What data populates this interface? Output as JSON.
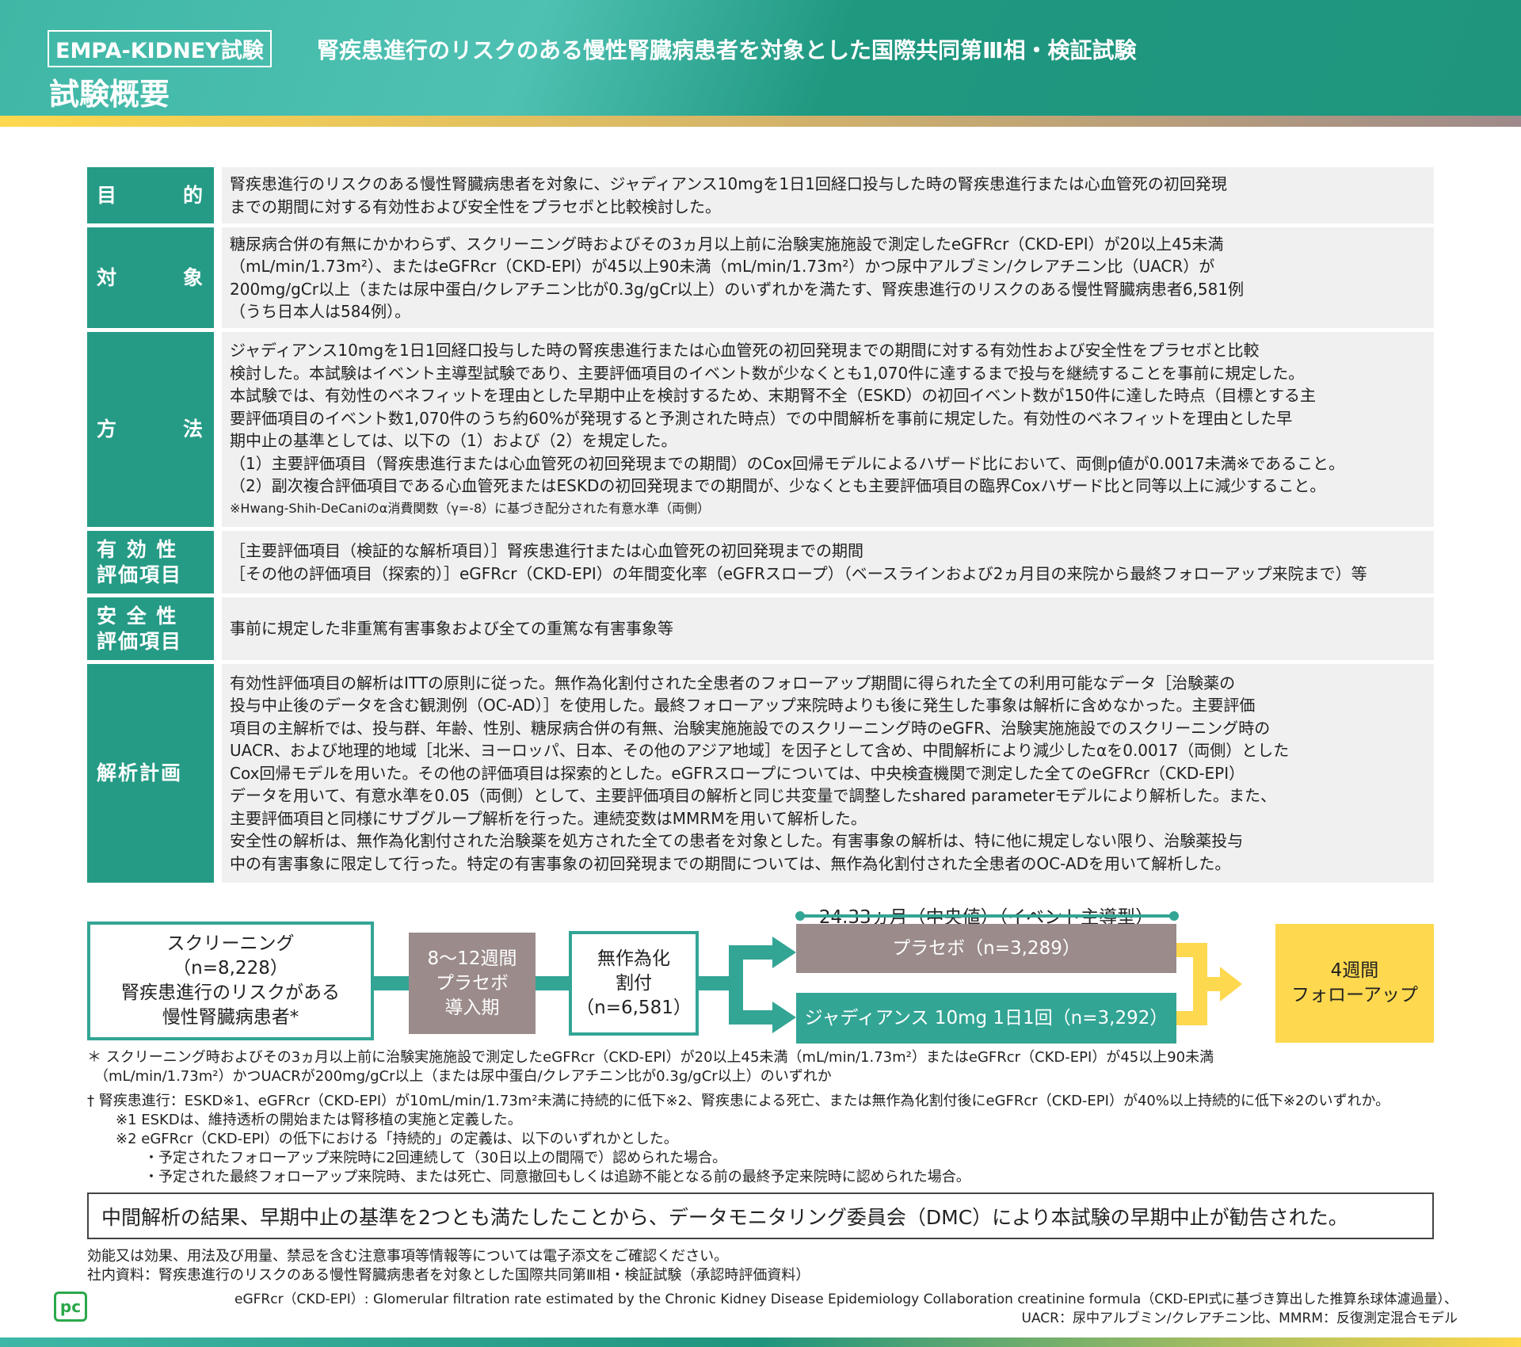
{
  "header": {
    "tag": "EMPA-KIDNEY試験",
    "title": "腎疾患進行のリスクのある慢性腎臓病患者を対象とした国際共同第Ⅲ相・検証試験",
    "subtitle": "試験概要"
  },
  "rows": [
    {
      "label": [
        "目",
        "的"
      ],
      "lines": [
        "腎疾患進行のリスクのある慢性腎臓病患者を対象に、ジャディアンス10mgを1日1回経口投与した時の腎疾患進行または心血管死の初回発現",
        "までの期間に対する有効性および安全性をプラセボと比較検討した。"
      ]
    },
    {
      "label": [
        "対",
        "象"
      ],
      "lines": [
        "糖尿病合併の有無にかかわらず、スクリーニング時およびその3ヵ月以上前に治験実施施設で測定したeGFRcr（CKD-EPI）が20以上45未満",
        "（mL/min/1.73m²）、またはeGFRcr（CKD-EPI）が45以上90未満（mL/min/1.73m²）かつ尿中アルブミン/クレアチニン比（UACR）が",
        "200mg/gCr以上（または尿中蛋白/クレアチニン比が0.3g/gCr以上）のいずれかを満たす、腎疾患進行のリスクのある慢性腎臓病患者6,581例",
        "（うち日本人は584例）。"
      ]
    },
    {
      "label": [
        "方",
        "法"
      ],
      "lines": [
        "ジャディアンス10mgを1日1回経口投与した時の腎疾患進行または心血管死の初回発現までの期間に対する有効性および安全性をプラセボと比較",
        "検討した。本試験はイベント主導型試験であり、主要評価項目のイベント数が少なくとも1,070件に達するまで投与を継続することを事前に規定した。",
        "本試験では、有効性のベネフィットを理由とした早期中止を検討するため、末期腎不全（ESKD）の初回イベント数が150件に達した時点（目標とする主",
        "要評価項目のイベント数1,070件のうち約60%が発現すると予測された時点）での中間解析を事前に規定した。有効性のベネフィットを理由とした早",
        "期中止の基準としては、以下の（1）および（2）を規定した。",
        "（1）主要評価項目（腎疾患進行または心血管死の初回発現までの期間）のCox回帰モデルによるハザード比において、両側p値が0.0017未満※であること。",
        "（2）副次複合評価項目である心血管死またはESKDの初回発現までの期間が、少なくとも主要評価項目の臨界Coxハザード比と同等以上に減少すること。"
      ],
      "small": "※Hwang-Shih-DeCaniのα消費関数（γ=-8）に基づき配分された有意水準（両側）"
    },
    {
      "label": [
        "有 効 性",
        "評価項目"
      ],
      "lines": [
        "［主要評価項目（検証的な解析項目）］腎疾患進行†または心血管死の初回発現までの期間",
        "［その他の評価項目（探索的）］eGFRcr（CKD-EPI）の年間変化率（eGFRスロープ）（ベースラインおよび2ヵ月目の来院から最終フォローアップ来院まで）等"
      ]
    },
    {
      "label": [
        "安 全 性",
        "評価項目"
      ],
      "lines": [
        "事前に規定した非重篤有害事象および全ての重篤な有害事象等"
      ]
    },
    {
      "label": [
        "解析計画"
      ],
      "lines": [
        "有効性評価項目の解析はITTの原則に従った。無作為化割付された全患者のフォローアップ期間に得られた全ての利用可能なデータ［治験薬の",
        "投与中止後のデータを含む観測例（OC-AD）］を使用した。最終フォローアップ来院時よりも後に発生した事象は解析に含めなかった。主要評価",
        "項目の主解析では、投与群、年齢、性別、糖尿病合併の有無、治験実施施設でのスクリーニング時のeGFR、治験実施施設でのスクリーニング時の",
        "UACR、および地理的地域［北米、ヨーロッパ、日本、その他のアジア地域］を因子として含め、中間解析により減少したαを0.0017（両側）とした",
        "Cox回帰モデルを用いた。その他の評価項目は探索的とした。eGFRスロープについては、中央検査機関で測定した全てのeGFRcr（CKD-EPI）",
        "データを用いて、有意水準を0.05（両側）として、主要評価項目の解析と同じ共変量で調整したshared parameterモデルにより解析した。また、",
        "主要評価項目と同様にサブグループ解析を行った。連続変数はMMRMを用いて解析した。",
        "安全性の解析は、無作為化割付された治験薬を処方された全ての患者を対象とした。有害事象の解析は、特に他に規定しない限り、治験薬投与",
        "中の有害事象に限定して行った。特定の有害事象の初回発現までの期間については、無作為化割付された全患者のOC-ADを用いて解析した。"
      ]
    }
  ],
  "flow": {
    "duration": "24.33ヵ月（中央値）（イベント主導型）",
    "screening": [
      "スクリーニング",
      "（n=8,228）",
      "腎疾患進行のリスクがある",
      "慢性腎臓病患者*"
    ],
    "runin": [
      "8～12週間",
      "プラセボ",
      "導入期"
    ],
    "random": [
      "無作為化",
      "割付",
      "（n=6,581）"
    ],
    "placebo": "プラセボ（n=3,289）",
    "jardiance": "ジャディアンス 10mg 1日1回（n=3,292）",
    "followup": [
      "4週間",
      "フォローアップ"
    ],
    "colors": {
      "teal": "#33a595",
      "gray": "#9b8b8b",
      "yellow": "#fed84e"
    }
  },
  "footnotes": [
    "＊ スクリーニング時およびその3ヵ月以上前に治験実施施設で測定したeGFRcr（CKD-EPI）が20以上45未満（mL/min/1.73m²）またはeGFRcr（CKD-EPI）が45以上90未満",
    "　（mL/min/1.73m²）かつUACRが200mg/gCr以上（または尿中蛋白/クレアチニン比が0.3g/gCr以上）のいずれか",
    "† 腎疾患進行：ESKD※1、eGFRcr（CKD-EPI）が10mL/min/1.73m²未満に持続的に低下※2、腎疾患による死亡、または無作為化割付後にeGFRcr（CKD-EPI）が40%以上持続的に低下※2のいずれか。",
    "　　※1 ESKDは、維持透析の開始または腎移植の実施と定義した。",
    "　　※2 eGFRcr（CKD-EPI）の低下における「持続的」の定義は、以下のいずれかとした。",
    "　　　　・予定されたフォローアップ来院時に2回連続して（30日以上の間隔で）認められた場合。",
    "　　　　・予定された最終フォローアップ来院時、または死亡、同意撤回もしくは追跡不能となる前の最終予定来院時に認められた場合。"
  ],
  "conclusion": "中間解析の結果、早期中止の基準を2つとも満たしたことから、データモニタリング委員会（DMC）により本試験の早期中止が勧告された。",
  "bottom": {
    "line1": "効能又は効果、用法及び用量、禁忌を含む注意事項等情報等については電子添文をご確認ください。",
    "line2": "社内資料：腎疾患進行のリスクのある慢性腎臓病患者を対象とした国際共同第Ⅲ相・検証試験（承認時評価資料）",
    "abbr1": "eGFRcr（CKD-EPI）: Glomerular filtration rate estimated by the Chronic Kidney Disease Epidemiology Collaboration creatinine formula（CKD-EPI式に基づき算出した推算糸球体濾過量）、",
    "abbr2": "UACR：尿中アルブミン/クレアチニン比、MMRM：反復測定混合モデル",
    "logo": "PC"
  }
}
